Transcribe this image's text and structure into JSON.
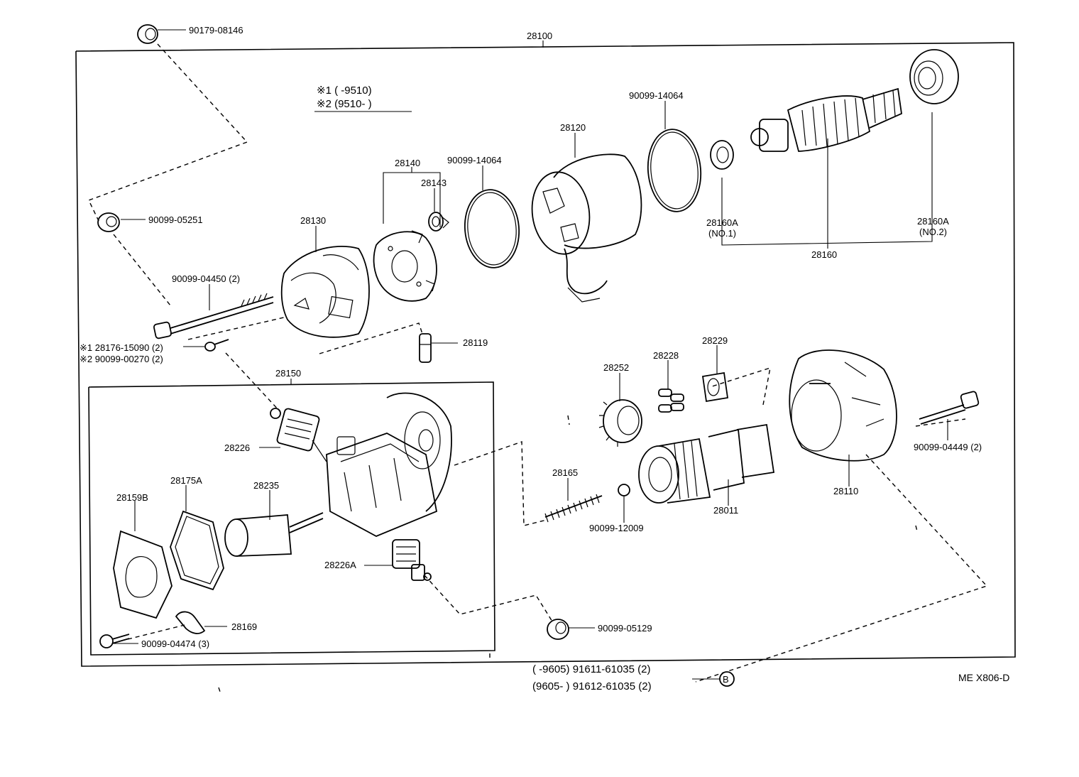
{
  "labels": {
    "p90179_08146": "90179-08146",
    "p28100": "28100",
    "p90099_05251": "90099-05251",
    "p28130": "28130",
    "p28140": "28140",
    "p28143": "28143",
    "p90099_14064_a": "90099-14064",
    "p28120": "28120",
    "p90099_14064_b": "90099-14064",
    "p28160A_1": "28160A",
    "p28160A_1_sub": "(NO.1)",
    "p28160A_2": "28160A",
    "p28160A_2_sub": "(NO.2)",
    "p28160": "28160",
    "p90099_04450": "90099-04450 (2)",
    "p28176_line": "※1 28176-15090 (2)",
    "p90099_00270_line": "※2 90099-00270 (2)",
    "p28119": "28119",
    "p28150": "28150",
    "p28226": "28226",
    "p28175A": "28175A",
    "p28235": "28235",
    "p28159B": "28159B",
    "p28226A": "28226A",
    "p28169": "28169",
    "p90099_04474": "90099-04474 (3)",
    "p28252": "28252",
    "p28228": "28228",
    "p28229": "28229",
    "p28165": "28165",
    "p90099_12009": "90099-12009",
    "p28011": "28011",
    "p28110": "28110",
    "p90099_04449": "90099-04449 (2)",
    "p90099_05129": "90099-05129"
  },
  "legend": {
    "note1": "※1 (      -9510)",
    "note2": "※2 (9510-      )"
  },
  "footer": {
    "line1": "(       -9605) 91611-61035 (2)",
    "line2": "(9605-       ) 91612-61035 (2)",
    "circle_letter": "B",
    "ref_code": "ME X806-D"
  }
}
